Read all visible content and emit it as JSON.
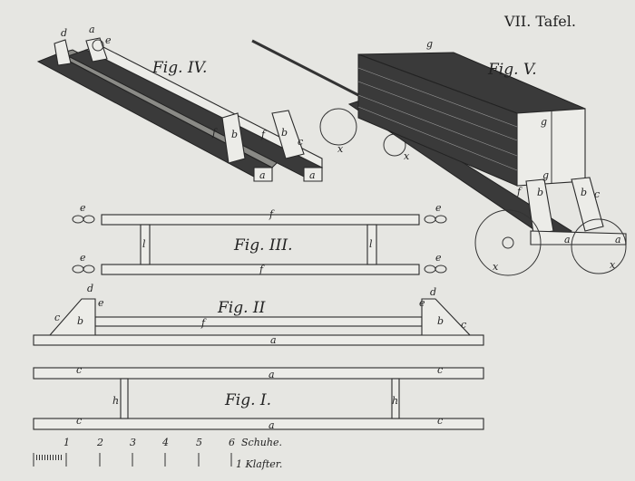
{
  "plate_title": "VII. Tafel.",
  "figures": {
    "fig1": {
      "title": "Fig. I.",
      "labels": {
        "a": "a",
        "c": "c",
        "h": "h"
      }
    },
    "fig2": {
      "title": "Fig. II",
      "labels": {
        "a": "a",
        "b": "b",
        "c": "c",
        "d": "d",
        "e": "e",
        "f": "f"
      }
    },
    "fig3": {
      "title": "Fig. III.",
      "labels": {
        "e": "e",
        "f": "f",
        "l": "l"
      }
    },
    "fig4": {
      "title": "Fig. IV.",
      "labels": {
        "a": "a",
        "b": "b",
        "c": "c",
        "d": "d",
        "e": "e",
        "f": "f"
      }
    },
    "fig5": {
      "title": "Fig. V.",
      "labels": {
        "a": "a",
        "b": "b",
        "c": "c",
        "f": "f",
        "g": "g",
        "x": "x"
      }
    }
  },
  "scale": {
    "ticks": [
      "1",
      "2",
      "3",
      "4",
      "5",
      "6"
    ],
    "unit_feet": "Schuhe.",
    "unit_fathom": "1 Klafter."
  },
  "colors": {
    "paper": "#e6e6e2",
    "ink": "#222222"
  }
}
